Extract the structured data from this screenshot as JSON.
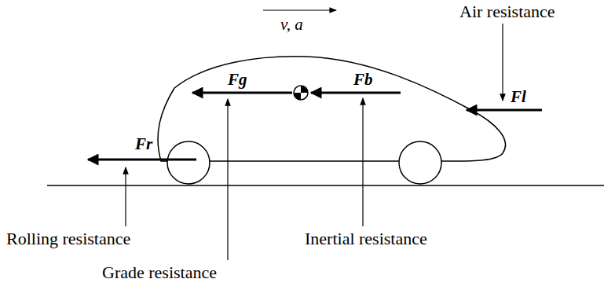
{
  "diagram": {
    "labels": [
      "v, a",
      "Air resistance",
      "Fg",
      "Fb",
      "Fl",
      "Fr",
      "Rolling resistance",
      "Inertial resistance",
      "Grade resistance"
    ]
  }
}
